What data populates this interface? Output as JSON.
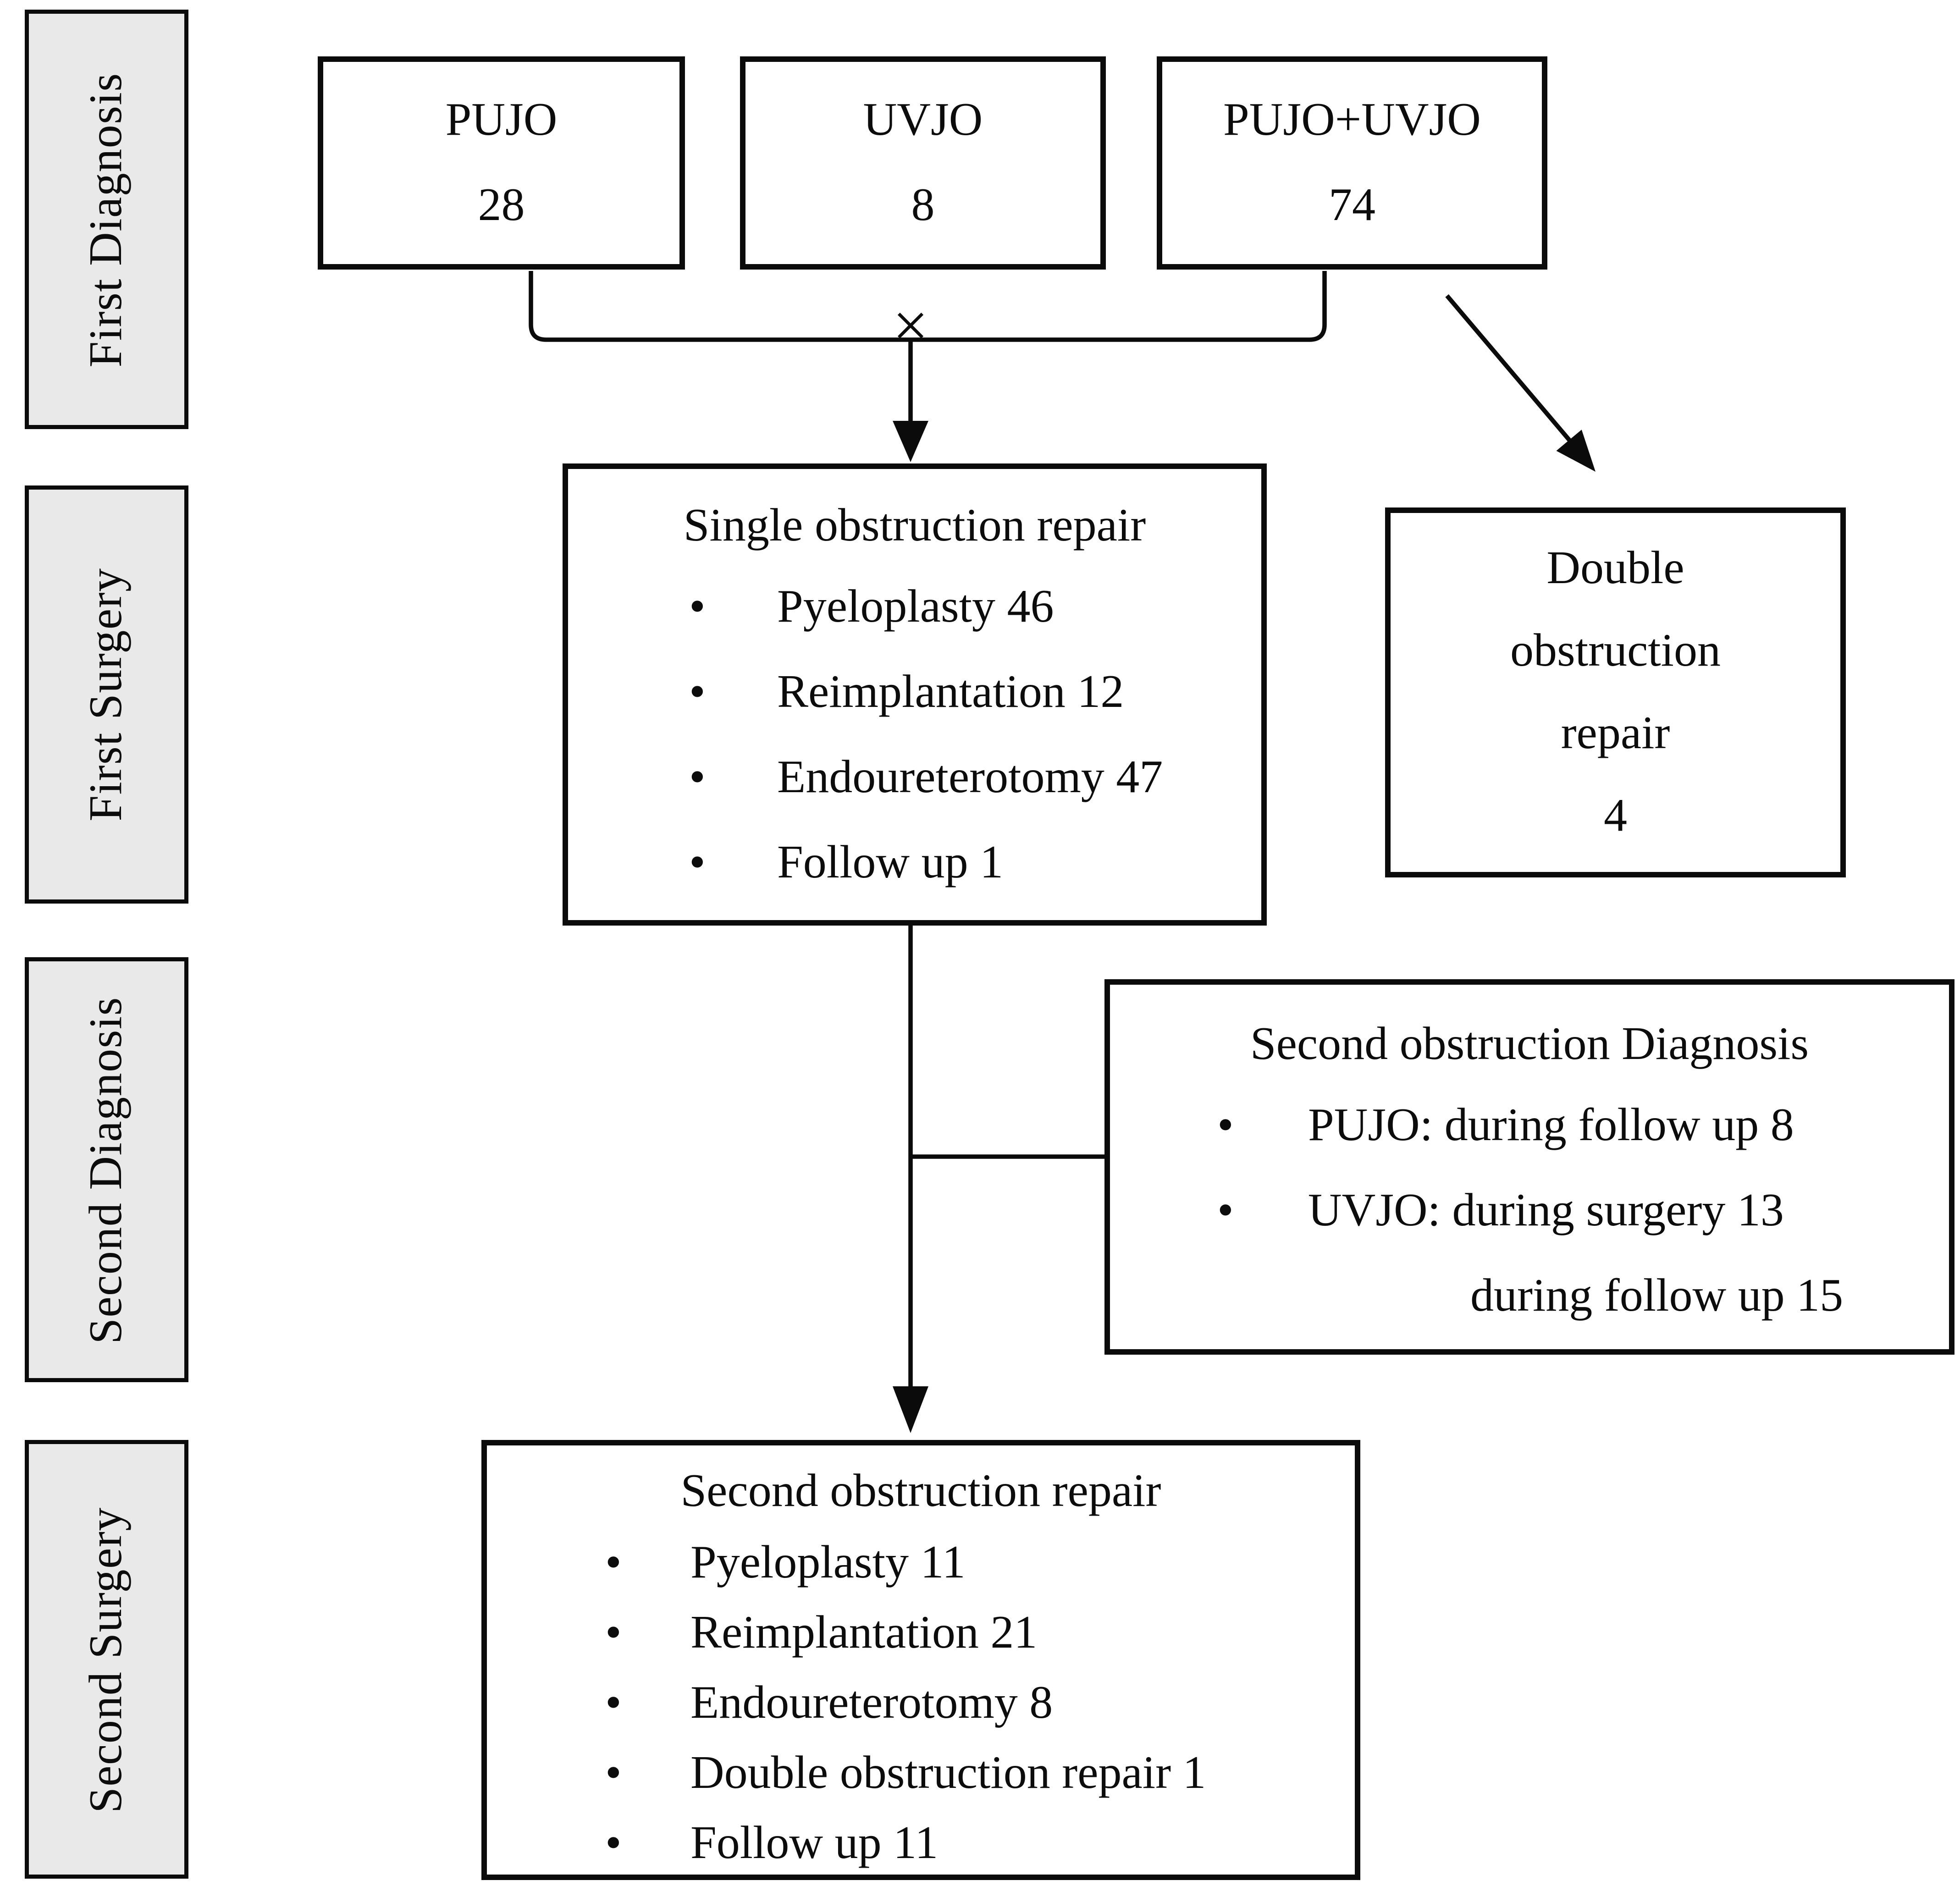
{
  "figure": {
    "stages": [
      {
        "label": "First Diagnosis"
      },
      {
        "label": "First Surgery"
      },
      {
        "label": "Second Diagnosis"
      },
      {
        "label": "Second Surgery"
      }
    ],
    "diagnosis_boxes": [
      {
        "label": "PUJO",
        "count": "28"
      },
      {
        "label": "UVJO",
        "count": "8"
      },
      {
        "label": "PUJO+UVJO",
        "count": "74"
      }
    ],
    "single_repair": {
      "title": "Single obstruction repair",
      "items": [
        "Pyeloplasty 46",
        "Reimplantation 12",
        "Endoureterotomy 47",
        "Follow up 1"
      ]
    },
    "double_repair": {
      "lines": [
        "Double",
        "obstruction",
        "repair",
        "4"
      ]
    },
    "second_diagnosis": {
      "title": "Second obstruction Diagnosis",
      "items": [
        "PUJO: during follow up 8",
        "UVJO: during surgery 13"
      ],
      "continuation": "during follow up 15"
    },
    "second_repair": {
      "title": "Second obstruction repair",
      "items": [
        "Pyeloplasty 11",
        "Reimplantation 21",
        "Endoureterotomy 8",
        "Double obstruction repair 1",
        "Follow up 11"
      ]
    },
    "cross_mark": "×",
    "colors": {
      "stage_fill": "#e9e9e9",
      "line": "#0b0b0b",
      "background": "#ffffff"
    }
  }
}
